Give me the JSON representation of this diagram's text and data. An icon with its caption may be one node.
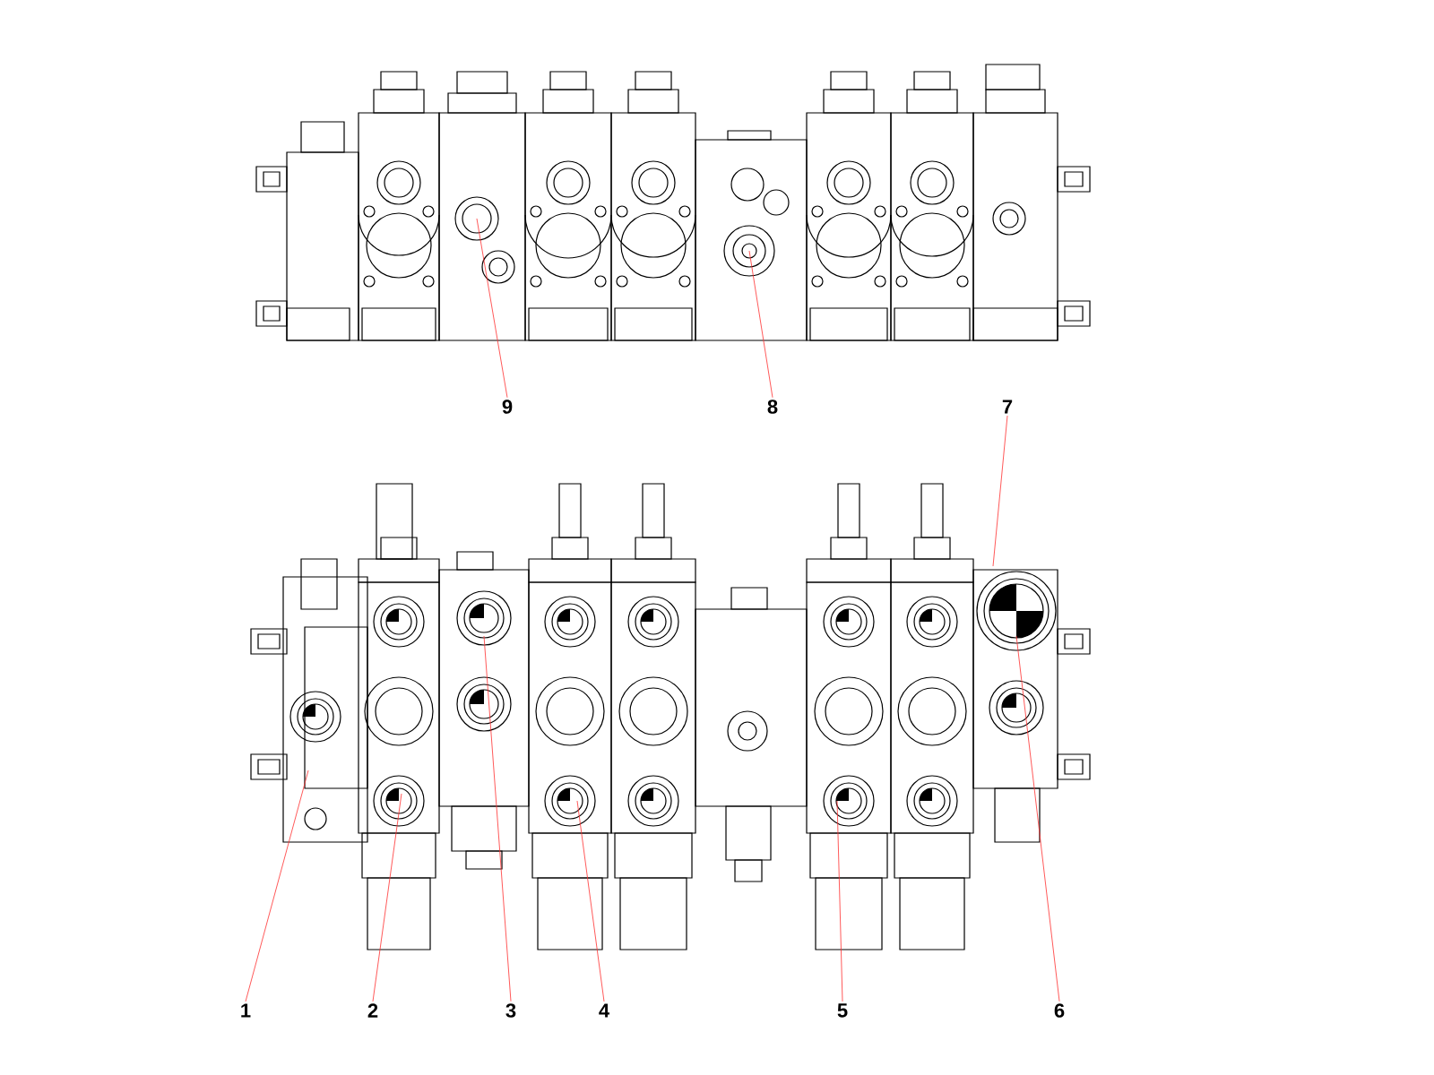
{
  "diagram": {
    "nodes": [
      {
        "text": [
          "9"
        ]
      },
      {
        "text": [
          "8"
        ]
      },
      {
        "text": [
          "7"
        ]
      },
      {
        "text": [
          "1"
        ]
      },
      {
        "text": [
          "2"
        ]
      },
      {
        "text": [
          "3"
        ]
      },
      {
        "text": [
          "4"
        ]
      },
      {
        "text": [
          "5"
        ]
      },
      {
        "text": [
          "6"
        ]
      }
    ],
    "edges": [
      {
        "from": 0,
        "to": null,
        "arrow": "none"
      },
      {
        "from": 1,
        "to": null,
        "arrow": "none"
      },
      {
        "from": 2,
        "to": null,
        "arrow": "none"
      },
      {
        "from": 3,
        "to": null,
        "arrow": "none"
      },
      {
        "from": 4,
        "to": null,
        "arrow": "none"
      },
      {
        "from": 5,
        "to": null,
        "arrow": "none"
      },
      {
        "from": 6,
        "to": null,
        "arrow": "none"
      },
      {
        "from": 7,
        "to": null,
        "arrow": "none"
      },
      {
        "from": 8,
        "to": null,
        "arrow": "none"
      }
    ]
  }
}
